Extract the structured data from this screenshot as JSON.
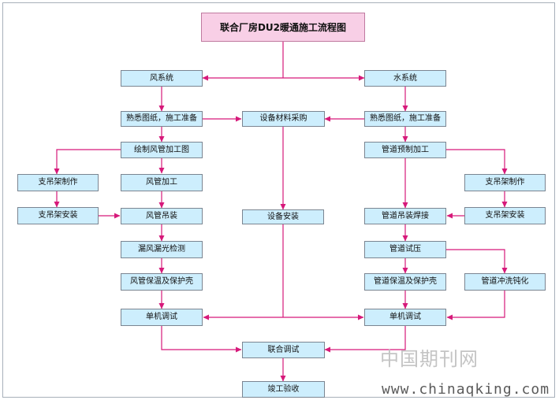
{
  "flowchart": {
    "title": "联合厂房DU2暖通施工流程图",
    "nodes": {
      "wind_system": "风系统",
      "water_system": "水系统",
      "wind_prepare": "熟悉图纸，施工准备",
      "equipment_purchase": "设备材料采购",
      "water_prepare": "熟悉图纸，施工准备",
      "duct_drawing": "绘制风管加工图",
      "pipe_prefab": "管道预制加工",
      "left_support_make": "支吊架制作",
      "duct_process": "风管加工",
      "right_support_make": "支吊架制作",
      "left_support_install": "支吊架安装",
      "duct_hanging": "风管吊装",
      "equipment_install": "设备安装",
      "pipe_welding": "管道吊装焊接",
      "right_support_install": "支吊架安装",
      "leak_test": "漏风漏光检测",
      "pipe_pressure_test": "管道试压",
      "duct_insulation": "风管保温及保护壳",
      "pipe_insulation": "管道保温及保护壳",
      "pipe_flushing": "管道冲洗钝化",
      "wind_single_test": "单机调试",
      "water_single_test": "单机调试",
      "joint_test": "联合调试",
      "acceptance": "竣工验收"
    },
    "colors": {
      "arrow": "#d6197a",
      "node_fill": "#cdeefd",
      "title_fill": "#f8cfe6"
    }
  },
  "watermark": {
    "text_cn": "中国期刊网",
    "text_url": "www.chinaqking.com"
  }
}
